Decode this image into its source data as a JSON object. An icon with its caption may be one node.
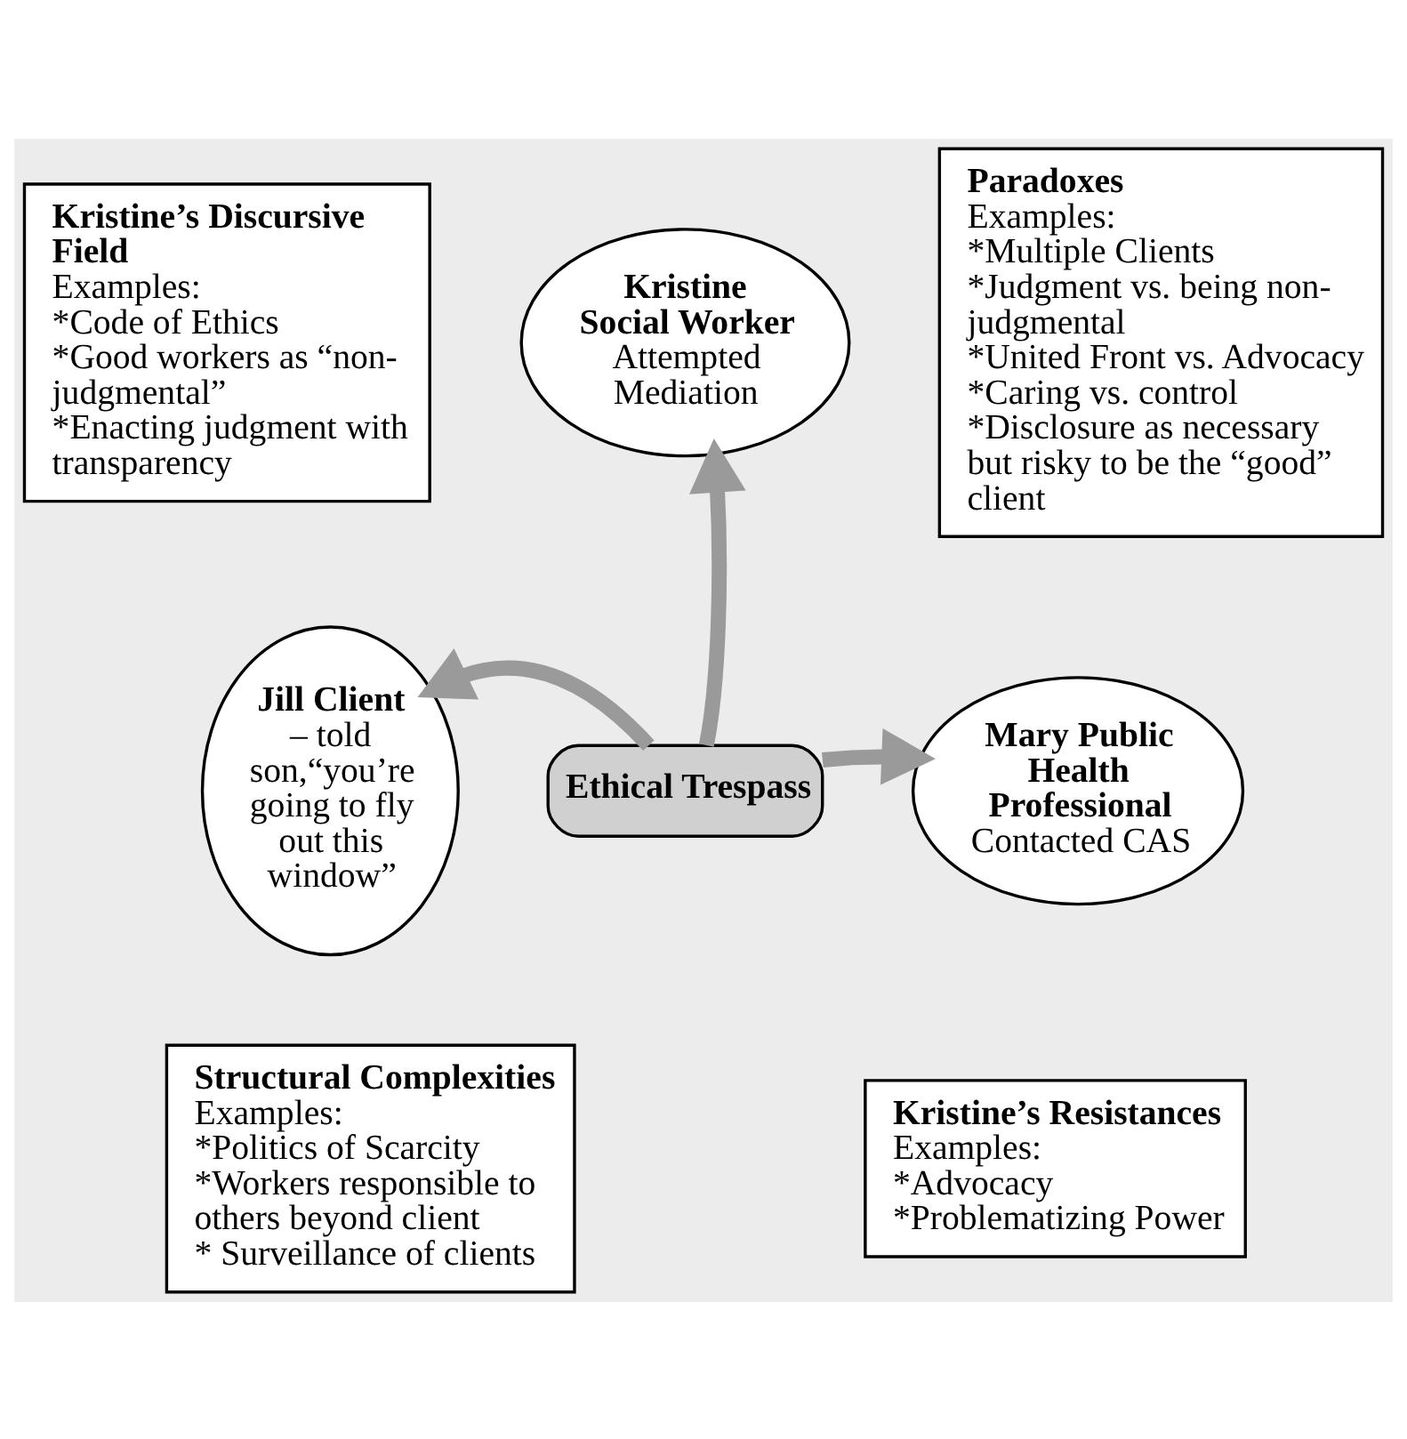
{
  "diagram": {
    "nodes": [
      {
        "text": [
          "Kristine’s Discursive Field",
          "Examples:",
          "*Code of Ethics",
          "*Good workers as “non-judgmental”",
          "*Enacting judgment with transparency"
        ]
      },
      {
        "text": [
          "Kristine Social Worker",
          "Attempted Mediation"
        ]
      },
      {
        "text": [
          "Paradoxes",
          "Examples:",
          "*Multiple Clients",
          "*Judgment vs. being non-judgmental",
          "*United Front vs. Advocacy",
          "*Caring vs. control",
          "*Disclosure as necessary but risky to be the “good” client"
        ]
      },
      {
        "text": [
          "Jill Client",
          "– told son,“you’re going to fly out this window”"
        ]
      },
      {
        "text": [
          "Ethical Trespass"
        ]
      },
      {
        "text": [
          "Mary Public Health Professional",
          "Contacted CAS"
        ]
      },
      {
        "text": [
          "Structural Complexities",
          "Examples:",
          "*Politics of Scarcity",
          "*Workers responsible to others beyond client",
          "* Surveillance of clients"
        ]
      },
      {
        "text": [
          "Kristine’s Resistances",
          "Examples:",
          "*Advocacy",
          "*Problematizing Power"
        ]
      }
    ],
    "edges": [
      {
        "from": 4,
        "to": 1,
        "arrow": "to"
      },
      {
        "from": 4,
        "to": 3,
        "arrow": "to"
      },
      {
        "from": 4,
        "to": 5,
        "arrow": "to"
      }
    ]
  }
}
